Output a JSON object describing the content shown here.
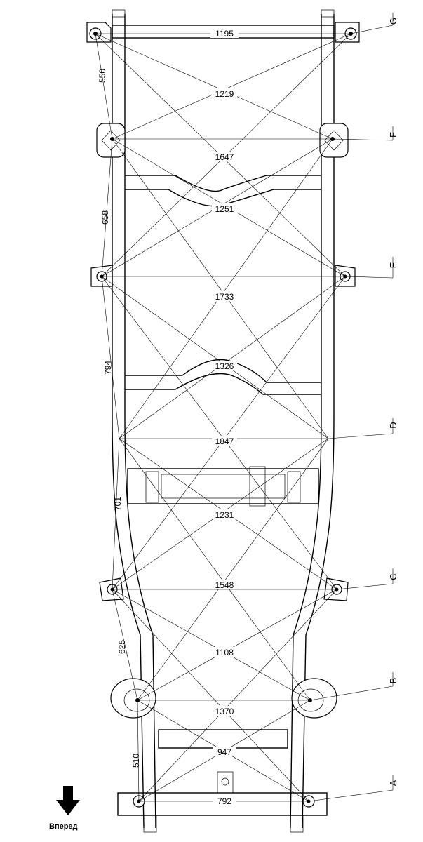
{
  "points": [
    "A",
    "B",
    "C",
    "D",
    "E",
    "F",
    "G"
  ],
  "dimensions": {
    "width_rear": "1195",
    "diag_g": "1219",
    "diag_f": "1647",
    "width_f": "1251",
    "diag_e": "1733",
    "width_e": "1326",
    "diag_d": "1847",
    "width_d": "1231",
    "diag_c": "1548",
    "width_c": "1108",
    "diag_b": "1370",
    "width_b": "947",
    "width_front": "792",
    "side_gf": "550",
    "side_fe": "658",
    "side_ed": "794",
    "side_dc": "701",
    "side_cb": "625",
    "side_ba": "510"
  },
  "direction_label": "Вперед",
  "icons": {
    "direction": "down-arrow-icon"
  }
}
